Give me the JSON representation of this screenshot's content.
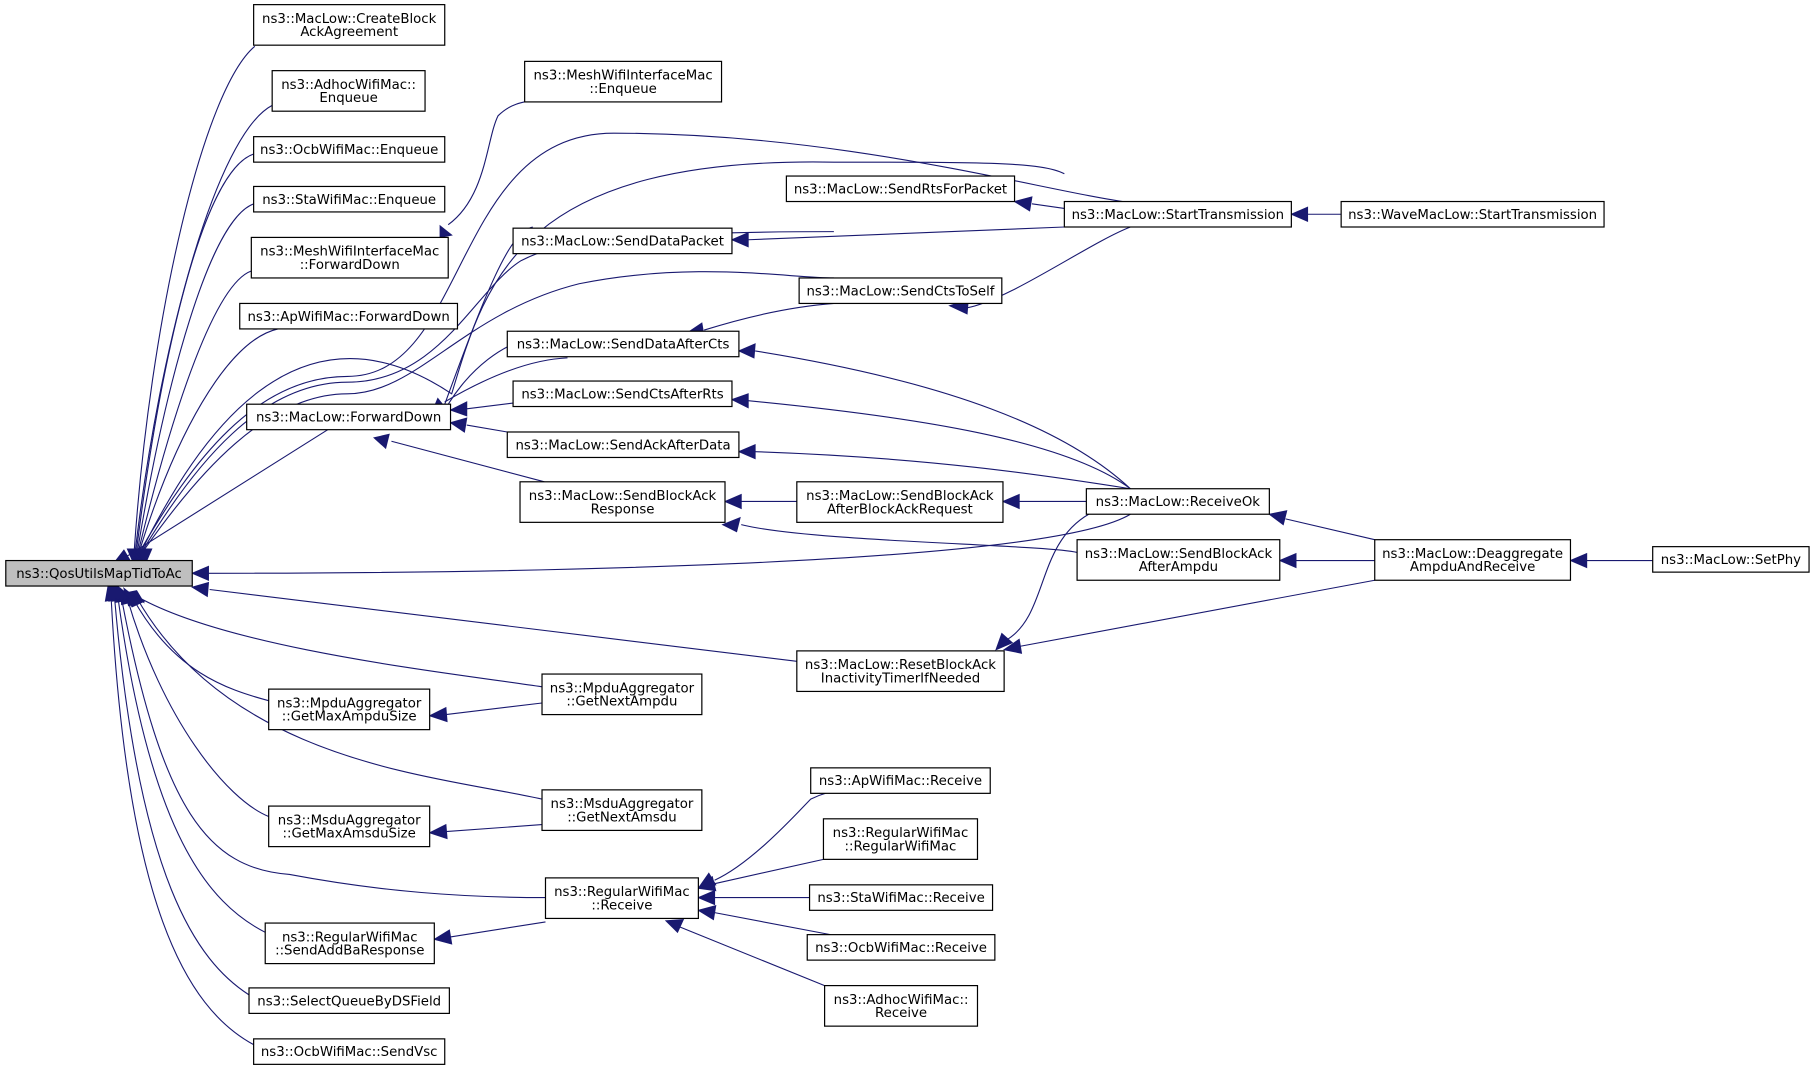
{
  "diagram": {
    "edge_color": "#191970",
    "root_fill": "#bfbfbf",
    "nodes": {
      "root": [
        "ns3::QosUtilsMapTidToAc"
      ],
      "cba": [
        "ns3::MacLow::CreateBlock",
        "AckAgreement"
      ],
      "adhocEnq": [
        "ns3::AdhocWifiMac::",
        "Enqueue"
      ],
      "ocbEnq": [
        "ns3::OcbWifiMac::Enqueue"
      ],
      "staEnq": [
        "ns3::StaWifiMac::Enqueue"
      ],
      "meshFwd": [
        "ns3::MeshWifiInterfaceMac",
        "::ForwardDown"
      ],
      "apFwd": [
        "ns3::ApWifiMac::ForwardDown"
      ],
      "macFwd": [
        "ns3::MacLow::ForwardDown"
      ],
      "mpduMax": [
        "ns3::MpduAggregator",
        "::GetMaxAmpduSize"
      ],
      "msduMax": [
        "ns3::MsduAggregator",
        "::GetMaxAmsduSize"
      ],
      "rwmAddBa": [
        "ns3::RegularWifiMac",
        "::SendAddBaResponse"
      ],
      "selQ": [
        "ns3::SelectQueueByDSField"
      ],
      "ocbVsc": [
        "ns3::OcbWifiMac::SendVsc"
      ],
      "meshEnq": [
        "ns3::MeshWifiInterfaceMac",
        "::Enqueue"
      ],
      "sendData": [
        "ns3::MacLow::SendDataPacket"
      ],
      "sendDataCts": [
        "ns3::MacLow::SendDataAfterCts"
      ],
      "sendCtsRts": [
        "ns3::MacLow::SendCtsAfterRts"
      ],
      "sendAckData": [
        "ns3::MacLow::SendAckAfterData"
      ],
      "sendBaResp": [
        "ns3::MacLow::SendBlockAck",
        "Response"
      ],
      "mpduNext": [
        "ns3::MpduAggregator",
        "::GetNextAmpdu"
      ],
      "msduNext": [
        "ns3::MsduAggregator",
        "::GetNextAmsdu"
      ],
      "rwmRecv": [
        "ns3::RegularWifiMac",
        "::Receive"
      ],
      "sendRts": [
        "ns3::MacLow::SendRtsForPacket"
      ],
      "sendCtsSelf": [
        "ns3::MacLow::SendCtsToSelf"
      ],
      "sendBaReq": [
        "ns3::MacLow::SendBlockAck",
        "AfterBlockAckRequest"
      ],
      "resetBa": [
        "ns3::MacLow::ResetBlockAck",
        "InactivityTimerIfNeeded"
      ],
      "apRecv": [
        "ns3::ApWifiMac::Receive"
      ],
      "rwmCtor": [
        "ns3::RegularWifiMac",
        "::RegularWifiMac"
      ],
      "staRecv": [
        "ns3::StaWifiMac::Receive"
      ],
      "ocbRecv": [
        "ns3::OcbWifiMac::Receive"
      ],
      "adhocRecv": [
        "ns3::AdhocWifiMac::",
        "Receive"
      ],
      "startTx": [
        "ns3::MacLow::StartTransmission"
      ],
      "recvOk": [
        "ns3::MacLow::ReceiveOk"
      ],
      "sendBaAmpdu": [
        "ns3::MacLow::SendBlockAck",
        "AfterAmpdu"
      ],
      "waveStart": [
        "ns3::WaveMacLow::StartTransmission"
      ],
      "deagg": [
        "ns3::MacLow::Deaggregate",
        "AmpduAndReceive"
      ],
      "setPhy": [
        "ns3::MacLow::SetPhy"
      ]
    }
  }
}
